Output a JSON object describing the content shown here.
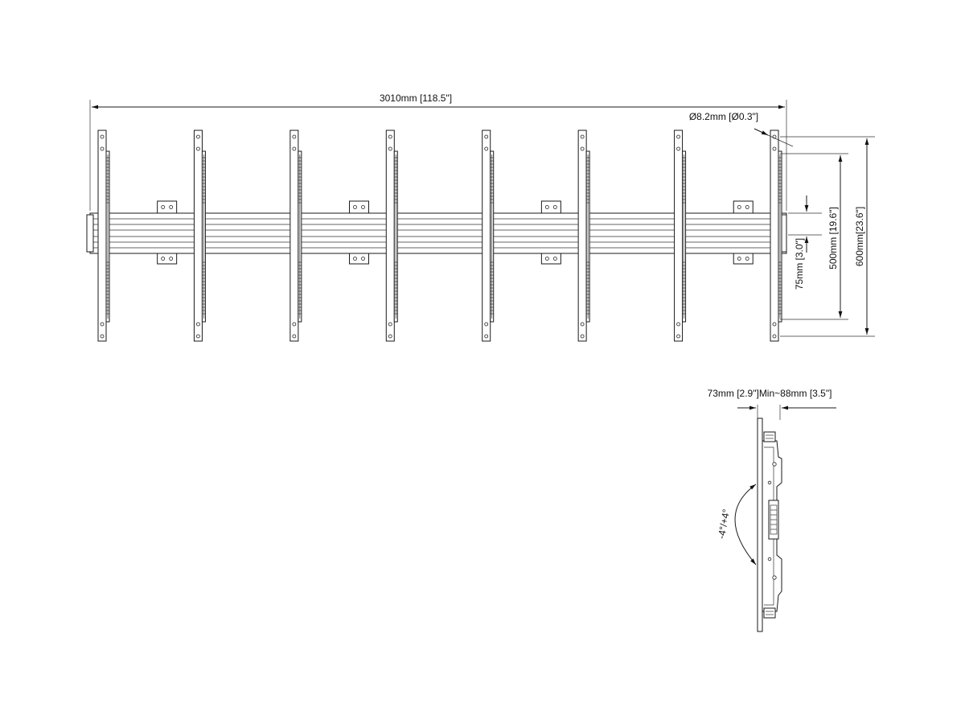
{
  "dimensions": {
    "total_width": "3010mm [118.5\"]",
    "hole_diameter": "Ø8.2mm [Ø0.3\"]",
    "spacing_small": "75mm [3.0\"]",
    "height_500": "500mm [19.6\"]",
    "height_600": "600mm[23.6\"]",
    "depth": "73mm [2.9\"]Min~88mm [3.5\"]",
    "tilt": "-4°/+4°"
  },
  "front_view": {
    "upright_count": 8,
    "spacer_block_count": 4
  },
  "colors": {
    "line": "#1a1a1a",
    "background": "#ffffff"
  }
}
